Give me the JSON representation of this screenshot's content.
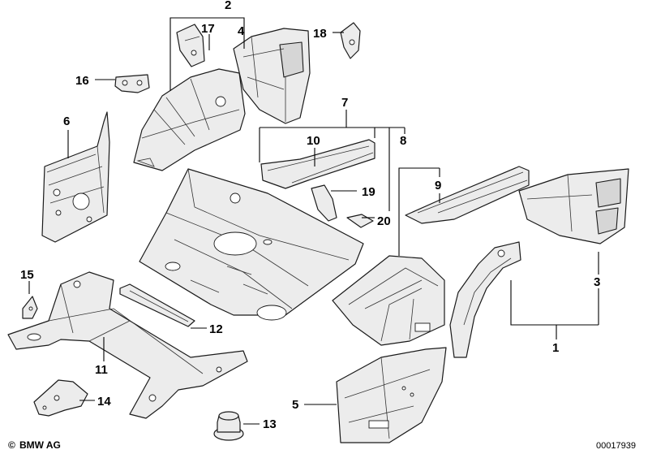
{
  "diagram": {
    "callouts": [
      "1",
      "2",
      "3",
      "4",
      "5",
      "6",
      "7",
      "8",
      "9",
      "10",
      "11",
      "12",
      "13",
      "14",
      "15",
      "16",
      "17",
      "18",
      "19",
      "20"
    ],
    "copyright_symbol": "©",
    "brand": "BMW AG",
    "image_number": "00017939"
  }
}
